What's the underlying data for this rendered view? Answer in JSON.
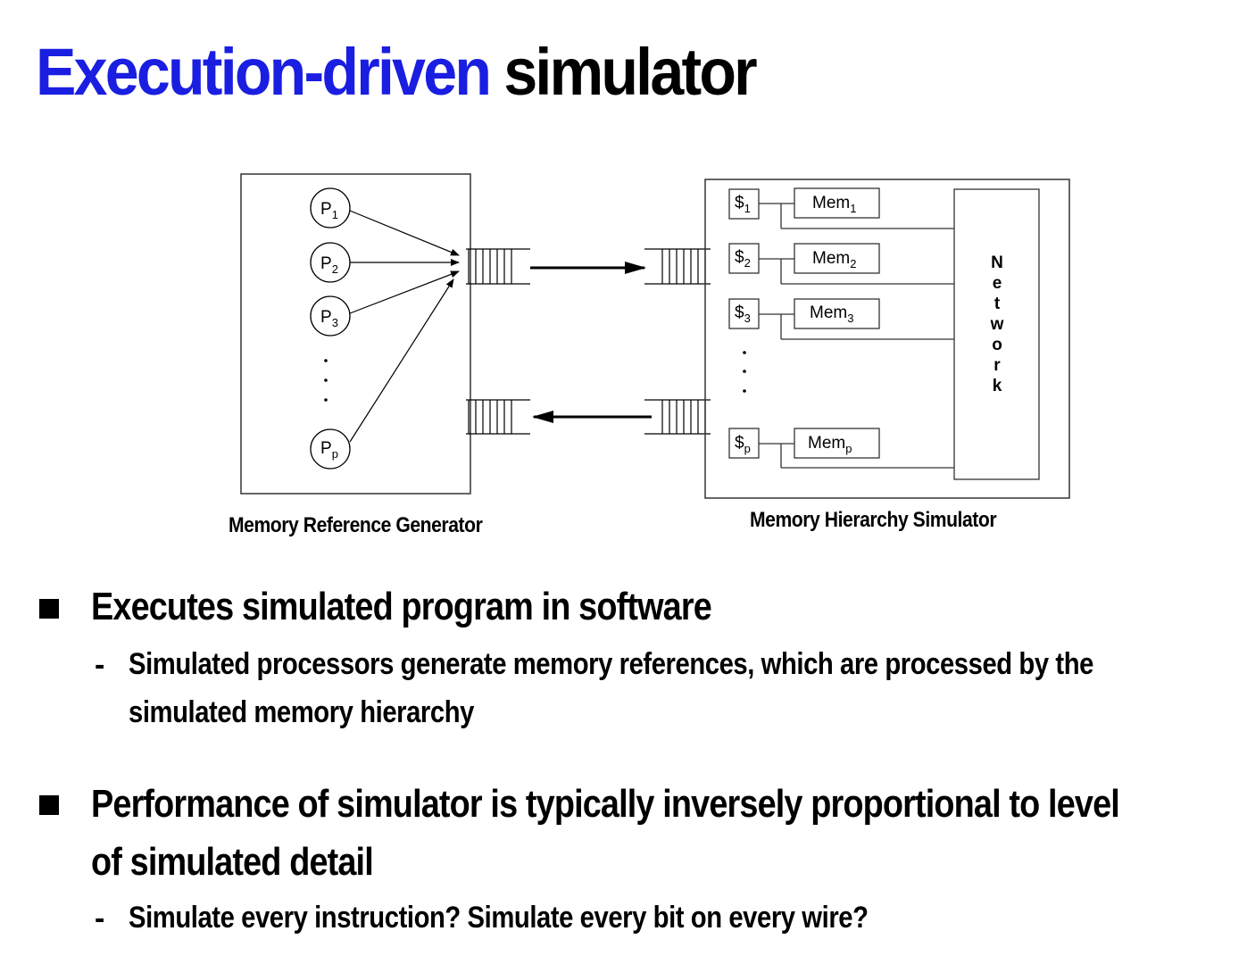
{
  "title": {
    "accent": "Execution-driven",
    "rest": "simulator"
  },
  "diagram": {
    "processors": [
      {
        "base": "P",
        "sub": "1"
      },
      {
        "base": "P",
        "sub": "2"
      },
      {
        "base": "P",
        "sub": "3"
      },
      {
        "base": "P",
        "sub": "p"
      }
    ],
    "caches": [
      {
        "base": "$",
        "sub": "1"
      },
      {
        "base": "$",
        "sub": "2"
      },
      {
        "base": "$",
        "sub": "3"
      },
      {
        "base": "$",
        "sub": "p"
      }
    ],
    "memories": [
      {
        "base": "Mem",
        "sub": "1"
      },
      {
        "base": "Mem",
        "sub": "2"
      },
      {
        "base": "Mem",
        "sub": "3"
      },
      {
        "base": "Mem",
        "sub": "p"
      }
    ],
    "network_label": "Network",
    "captions": {
      "left": "Memory Reference Generator",
      "right": "Memory Hierarchy Simulator"
    }
  },
  "bullets": [
    {
      "text": "Executes simulated program in software",
      "subs": [
        "Simulated processors generate memory references, which are processed by the",
        "simulated memory hierarchy"
      ]
    },
    {
      "text": "Performance of simulator is typically inversely proportional to level",
      "text2": "of simulated detail",
      "subs": [
        "Simulate every instruction? Simulate every bit on every wire?"
      ]
    }
  ]
}
